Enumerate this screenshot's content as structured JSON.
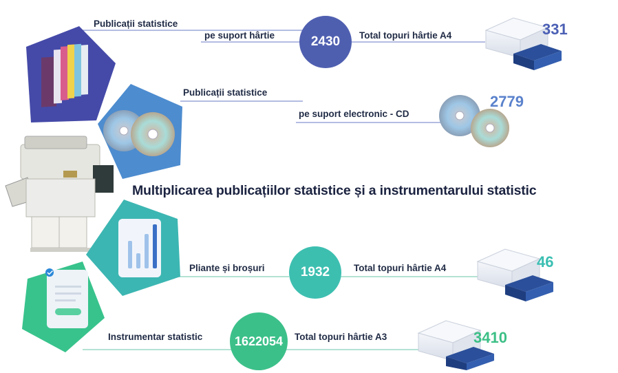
{
  "title": "Multiplicarea publicațiilor statistice și a instrumentarului statistic",
  "rows": [
    {
      "category": "Publicații statistice",
      "medium": "pe suport hârtie",
      "circle_value": "2430",
      "paper_label": "Total topuri hârtie A4",
      "paper_value": "331",
      "color": "#4f5fb0"
    },
    {
      "category": "Publicații statistice",
      "medium": "pe suport electronic - CD",
      "cd_value": "2779",
      "color": "#5a78c4"
    },
    {
      "category": "Pliante și broșuri",
      "circle_value": "1932",
      "paper_label": "Total topuri hârtie A4",
      "paper_value": "46",
      "color": "#3dbfb0"
    },
    {
      "category": "Instrumentar statistic",
      "circle_value": "1622054",
      "paper_label": "Total topuri hârtie A3",
      "paper_value": "3410",
      "color": "#3cc08a"
    }
  ],
  "colors": {
    "pentagon_dark": "#454aa8",
    "pentagon_blue": "#4d8ccf",
    "pentagon_teal": "#3cb6b2",
    "pentagon_green": "#38c38c",
    "line_blue": "#9aa6d8",
    "line_green": "#9ad8c6"
  },
  "icons": {
    "books": "books-icon",
    "cds": "cd-discs-icon",
    "chart": "bar-chart-icon",
    "document": "document-check-icon",
    "printer": "printer-duplicator-icon",
    "paper": "paper-ream-box-icon"
  }
}
